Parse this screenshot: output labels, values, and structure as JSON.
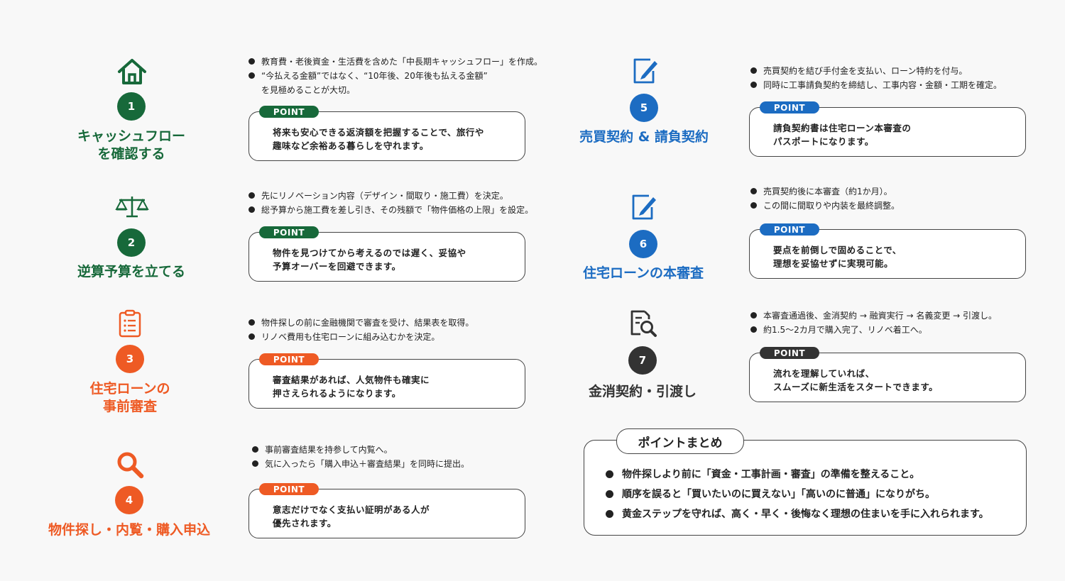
{
  "colors": {
    "green": "#17693a",
    "orange": "#ee5a24",
    "blue": "#1c6cc2",
    "dark": "#333333"
  },
  "steps": [
    {
      "number": "1",
      "title_line1": "キャッシュフロー",
      "title_line2": "を確認する",
      "icon": "house-icon",
      "bullets": [
        "教育費・老後資金・生活費を含めた「中長期キャッシュフロー」を作成。",
        "“今払える金額”ではなく、“10年後、20年後も払える金額”"
      ],
      "bullet_cont": "を見極めることが大切。",
      "point_label": "POINT",
      "point_line1": "将来も安心できる返済額を把握することで、旅行や",
      "point_line2": "趣味など余裕ある暮らしを守れます。"
    },
    {
      "number": "2",
      "title_line1": "逆算予算を立てる",
      "title_line2": "",
      "icon": "scale-icon",
      "bullets": [
        "先にリノベーション内容（デザイン・間取り・施工費）を決定。",
        "総予算から施工費を差し引き、その残額で「物件価格の上限」を設定。"
      ],
      "point_label": "POINT",
      "point_line1": "物件を見つけてから考えるのでは遅く、妥協や",
      "point_line2": "予算オーバーを回避できます。"
    },
    {
      "number": "3",
      "title_line1": "住宅ローンの",
      "title_line2": "事前審査",
      "icon": "clipboard-icon",
      "bullets": [
        "物件探しの前に金融機関で審査を受け、結果表を取得。",
        "リノベ費用も住宅ローンに組み込むかを決定。"
      ],
      "point_label": "POINT",
      "point_line1": "審査結果があれば、人気物件も確実に",
      "point_line2": "押さえられるようになります。"
    },
    {
      "number": "4",
      "title_line1": "物件探し・内覧・購入申込",
      "title_line2": "",
      "icon": "magnifier-icon",
      "bullets": [
        "事前審査結果を持参して内覧へ。",
        "気に入ったら「購入申込＋審査結果」を同時に提出。"
      ],
      "point_label": "POINT",
      "point_line1": "意志だけでなく支払い証明がある人が",
      "point_line2": "優先されます。"
    },
    {
      "number": "5",
      "title_line1": "売買契約 & 請負契約",
      "title_line2": "",
      "icon": "contract-pen-icon",
      "bullets": [
        "売買契約を結び手付金を支払い、ローン特約を付与。",
        "同時に工事請負契約を締結し、工事内容・金額・工期を確定。"
      ],
      "point_label": "POINT",
      "point_line1": "請負契約書は住宅ローン本審査の",
      "point_line2": "パスポートになります。"
    },
    {
      "number": "6",
      "title_line1": "住宅ローンの本審査",
      "title_line2": "",
      "icon": "contract-pen-icon",
      "bullets": [
        "売買契約後に本審査（約1か月）。",
        "この間に間取りや内装を最終調整。"
      ],
      "point_label": "POINT",
      "point_line1": "要点を前倒しで固めることで、",
      "point_line2": "理想を妥協せずに実現可能。"
    },
    {
      "number": "7",
      "title_line1": "金消契約・引渡し",
      "title_line2": "",
      "icon": "document-search-icon",
      "bullets": [
        "本審査通過後、金消契約 → 融資実行 → 名義変更 → 引渡し。",
        "約1.5～2カ月で購入完了、リノベ着工へ。"
      ],
      "point_label": "POINT",
      "point_line1": "流れを理解していれば、",
      "point_line2": "スムーズに新生活をスタートできます。"
    }
  ],
  "summary": {
    "title": "ポイントまとめ",
    "items": [
      "物件探しより前に「資金・工事計画・審査」の準備を整えること。",
      "順序を誤ると「買いたいのに買えない」「高いのに普通」になりがち。",
      "黄金ステップを守れば、高く・早く・後悔なく理想の住まいを手に入れられます。"
    ]
  }
}
